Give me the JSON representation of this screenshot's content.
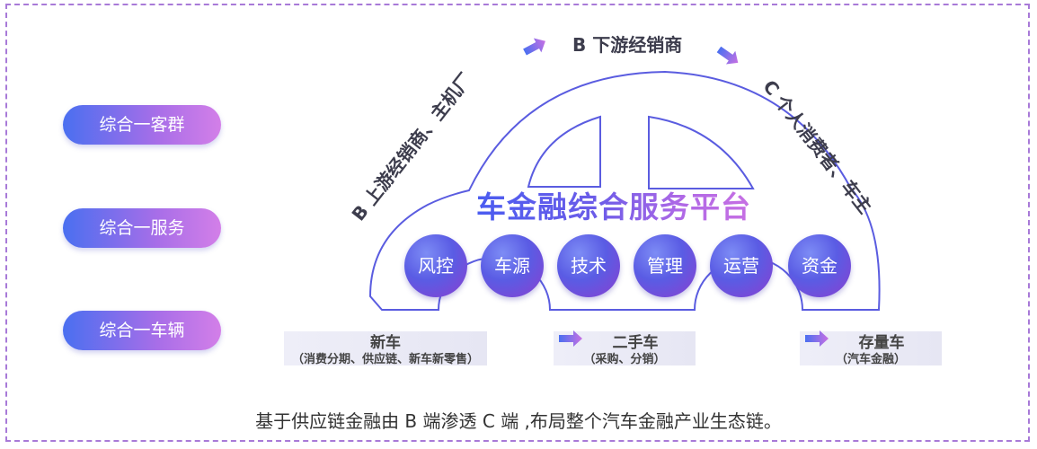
{
  "left_labels": [
    "综合一客群",
    "综合一服务",
    "综合一车辆"
  ],
  "top_label": "B 下游经销商",
  "upstream_label": "B 上游经销商、主机厂",
  "consumer_label": "C 个人消费者、车主",
  "title": "车金融综合服务平台",
  "services": [
    "风控",
    "车源",
    "技术",
    "管理",
    "运营",
    "资金"
  ],
  "segments": [
    {
      "name": "新车",
      "sub": "（消费分期、供应链、新车新零售）"
    },
    {
      "name": "二手车",
      "sub": "（采购、分销）"
    },
    {
      "name": "存量车",
      "sub": "（汽车金融）"
    }
  ],
  "footer": "基于供应链金融由 B 端渗透 C 端 ,布局整个汽车金融产业生态链。",
  "colors": {
    "accent_blue": "#4a6ff0",
    "accent_purple": "#c770e3",
    "outline": "#5a5ce0",
    "frame": "#a87ad8"
  },
  "icons": [
    "arrow-right-icon"
  ]
}
